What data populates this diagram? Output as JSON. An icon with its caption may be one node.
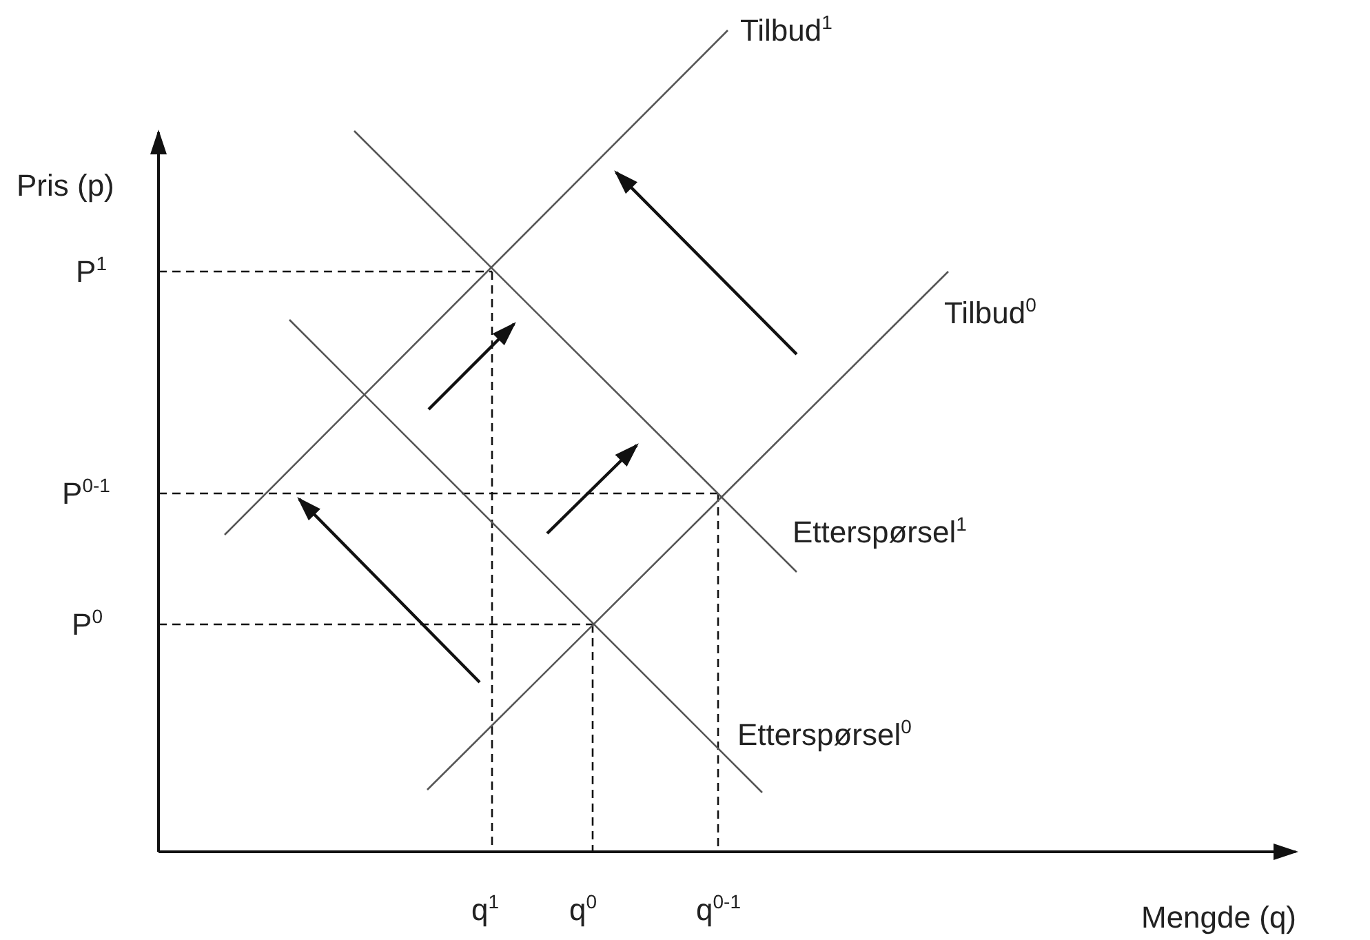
{
  "diagram": {
    "labels": [
      "Tilbud$^{1}$",
      "Pris (p)",
      "P$^{1}$",
      "Tilbud$^{0}$",
      "P$^{0-1}$",
      "Etterspørsel$^{1}$",
      "P$^{0}$",
      "Etterspørsel$^{0}$",
      "q$^{1}$",
      "q$^{0}$",
      "q$^{0-1}$",
      "Mengde (q)"
    ]
  }
}
